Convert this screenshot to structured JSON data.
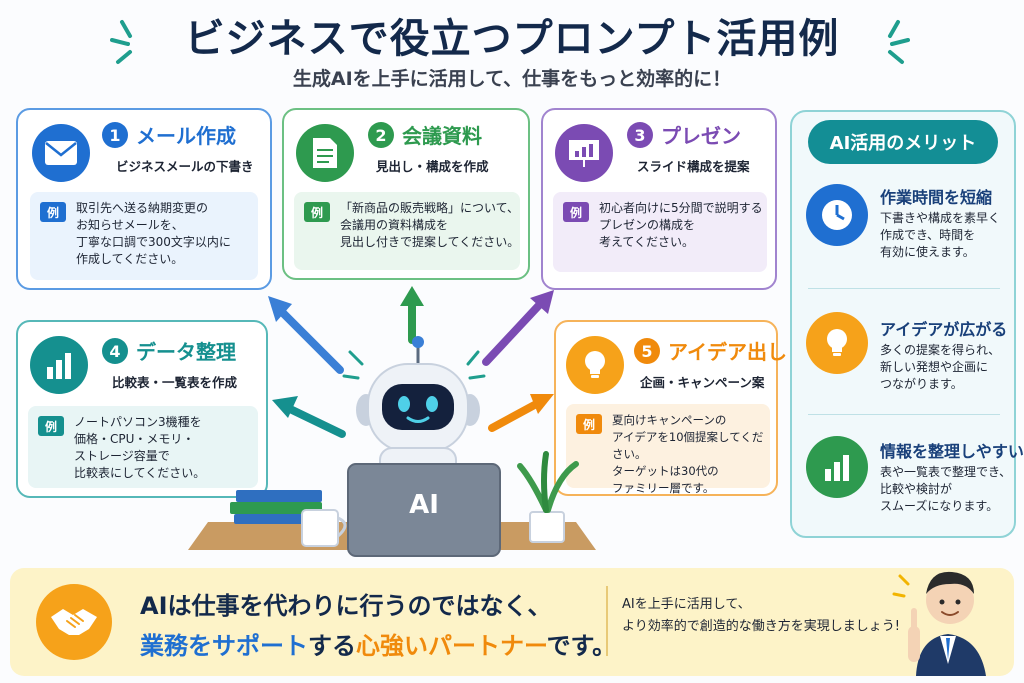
{
  "header": {
    "title": "ビジネスで役立つプロンプト活用例",
    "subtitle": "生成AIを上手に活用して、仕事をもっと効率的に！"
  },
  "example_tag": "例",
  "cards": [
    {
      "number": "1",
      "title": "メール作成",
      "subtitle": "ビジネスメールの下書き",
      "example": "取引先へ送る納期変更の\nお知らせメールを、\n丁寧な口調で300文字以内に\n作成してください。",
      "icon": "envelope-icon",
      "color": "#1f6fd1"
    },
    {
      "number": "2",
      "title": "会議資料",
      "subtitle": "見出し・構成を作成",
      "example": "「新商品の販売戦略」について、\n会議用の資料構成を\n見出し付きで提案してください。",
      "icon": "document-icon",
      "color": "#2e9a4f"
    },
    {
      "number": "3",
      "title": "プレゼン",
      "subtitle": "スライド構成を提案",
      "example": "初心者向けに5分間で説明する\nプレゼンの構成を\n考えてください。",
      "icon": "presentation-icon",
      "color": "#7b4bb3"
    },
    {
      "number": "4",
      "title": "データ整理",
      "subtitle": "比較表・一覧表を作成",
      "example": "ノートパソコン3機種を\n価格・CPU・メモリ・\nストレージ容量で\n比較表にしてください。",
      "icon": "bar-chart-icon",
      "color": "#15908f"
    },
    {
      "number": "5",
      "title": "アイデア出し",
      "subtitle": "企画・キャンペーン案",
      "example": "夏向けキャンペーンの\nアイデアを10個提案してください。\nターゲットは30代の\nファミリー層です。",
      "icon": "lightbulb-icon",
      "color": "#f08a0c"
    }
  ],
  "laptop_label": "AI",
  "merits": {
    "heading": "AI活用のメリット",
    "items": [
      {
        "title": "作業時間を短縮",
        "desc": "下書きや構成を素早く\n作成でき、時間を\n有効に使えます。",
        "icon": "clock-icon"
      },
      {
        "title": "アイデアが広がる",
        "desc": "多くの提案を得られ、\n新しい発想や企画に\nつながります。",
        "icon": "lightbulb-icon"
      },
      {
        "title": "情報を整理しやすい",
        "desc": "表や一覧表で整理でき、\n比較や検討が\nスムーズになります。",
        "icon": "bar-chart-icon"
      }
    ]
  },
  "banner": {
    "line1_a": "AIは仕事を代わりに行うのではなく、",
    "line2_a": "業務を",
    "line2_b": "サポート",
    "line2_c": "する",
    "line2_d": "心強いパートナー",
    "line2_e": "です。",
    "side_text": "AIを上手に活用して、\nより効率的で創造的な働き方を実現しましょう!"
  },
  "colors": {
    "navy": "#13294b",
    "blue": "#1f6fd1",
    "green": "#2e9a4f",
    "purple": "#7b4bb3",
    "teal": "#15908f",
    "orange": "#f08a0c",
    "banner_bg": "#fdf3c8"
  }
}
